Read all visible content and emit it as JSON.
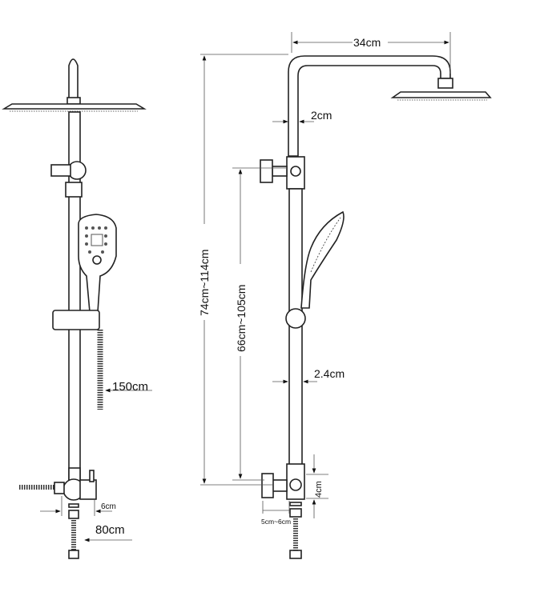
{
  "title": "Shower system dimension diagram",
  "dimensions": {
    "arm_length": "34cm",
    "pole_diameter_top": "2cm",
    "total_height": "74cm~114cm",
    "adjustable_height": "66cm~105cm",
    "pole_diameter_bottom": "2.4cm",
    "valve_height": "4cm",
    "valve_depth": "5cm~6cm",
    "hand_hose_length": "150cm",
    "valve_offset": "6cm",
    "inlet_hose_length": "80cm"
  }
}
